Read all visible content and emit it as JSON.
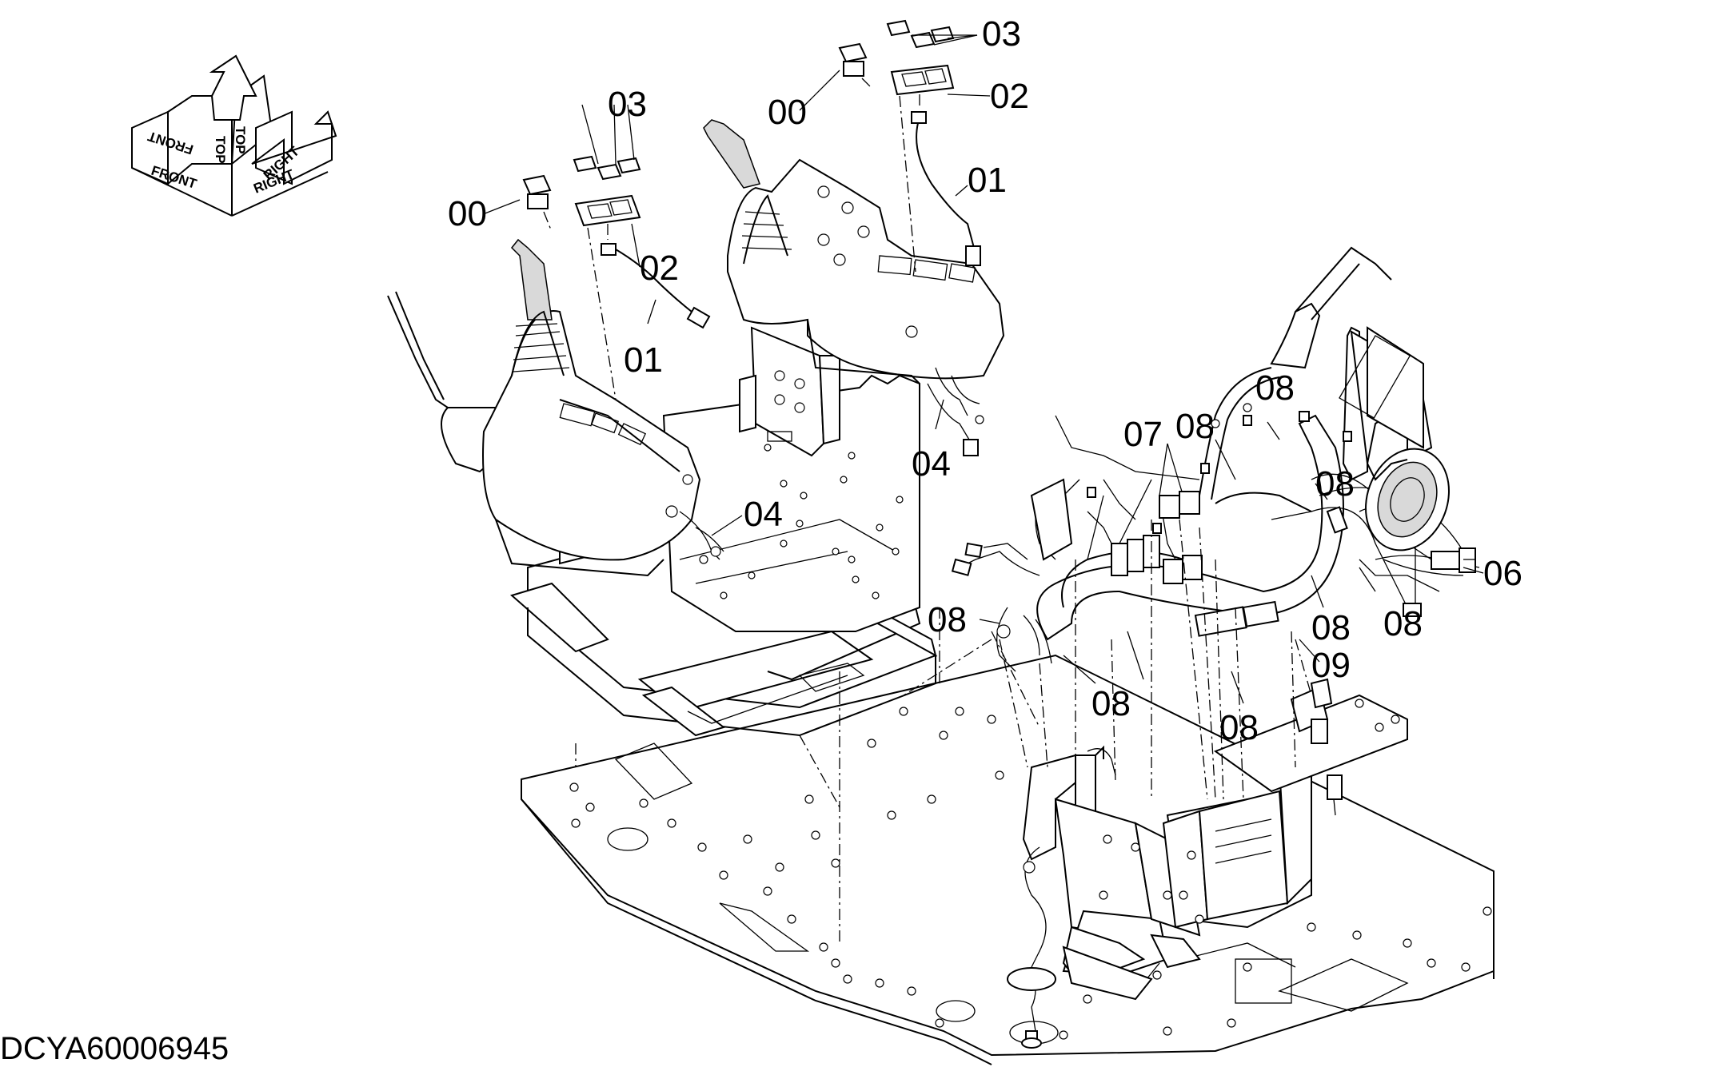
{
  "labels": {
    "l00a": "00",
    "l00b": "00",
    "l01a": "01",
    "l01b": "01",
    "l02a": "02",
    "l02b": "02",
    "l03a": "03",
    "l03b": "03",
    "l04a": "04",
    "l04b": "04",
    "l06": "06",
    "l07": "07",
    "l08a": "08",
    "l08b": "08",
    "l08c": "08",
    "l08d": "08",
    "l08e": "08",
    "l08f": "08",
    "l08g": "08",
    "l08h": "08",
    "l09": "09"
  },
  "orientation": {
    "front": "FRONT",
    "top1": "TOP",
    "top2": "TOP",
    "right": "RIGHT",
    "front_upper": "FRONT",
    "right_upper": "RIGHT"
  },
  "drawing_number": "DCYA60006945"
}
